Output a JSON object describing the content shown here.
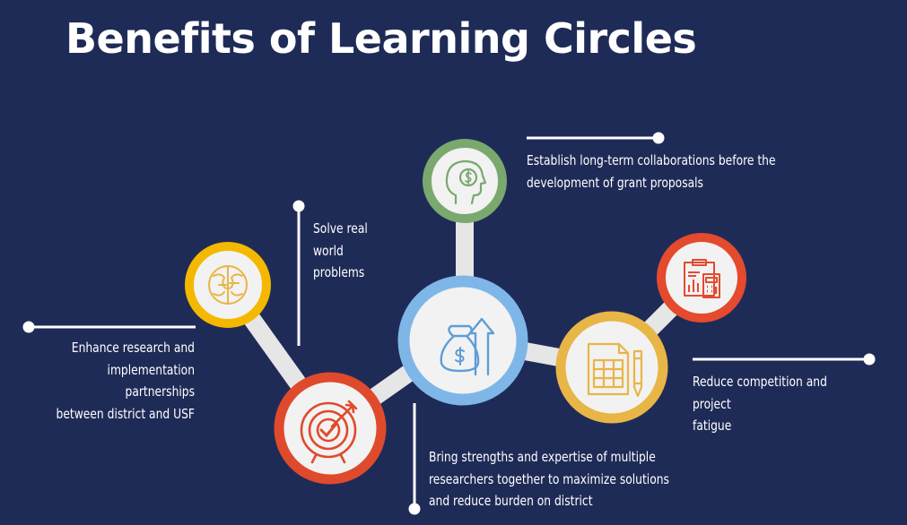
{
  "title": "Benefits of Learning Circles",
  "colors": {
    "background": "#1f2b57",
    "connector": "#e6e6e6",
    "node_fill": "#f2f2f2",
    "green": "#7aa86f",
    "orange": "#f5b800",
    "red": "#e04a2c",
    "blue": "#7fb6e8",
    "gold": "#e8b547",
    "red_small": "#e44a2e"
  },
  "benefits": {
    "collaborations": [
      "Establish long-term collaborations before the",
      "development of grant proposals"
    ],
    "problems": [
      "Solve real",
      "world",
      "problems"
    ],
    "partnerships": [
      "Enhance research and",
      "implementation partnerships",
      "between district and USF"
    ],
    "strengths": [
      "Bring strengths and expertise of multiple",
      "researchers together to maximize solutions",
      "and reduce burden on district"
    ],
    "competition": [
      "Reduce competition and project",
      "fatigue"
    ]
  },
  "icons": {
    "collaborations": "head-dollar-icon",
    "problems": "brain-icon",
    "partnerships": "target-icon",
    "center": "money-bag-growth-icon",
    "strengths": "spreadsheet-pencil-icon",
    "competition": "clipboard-calculator-icon"
  }
}
